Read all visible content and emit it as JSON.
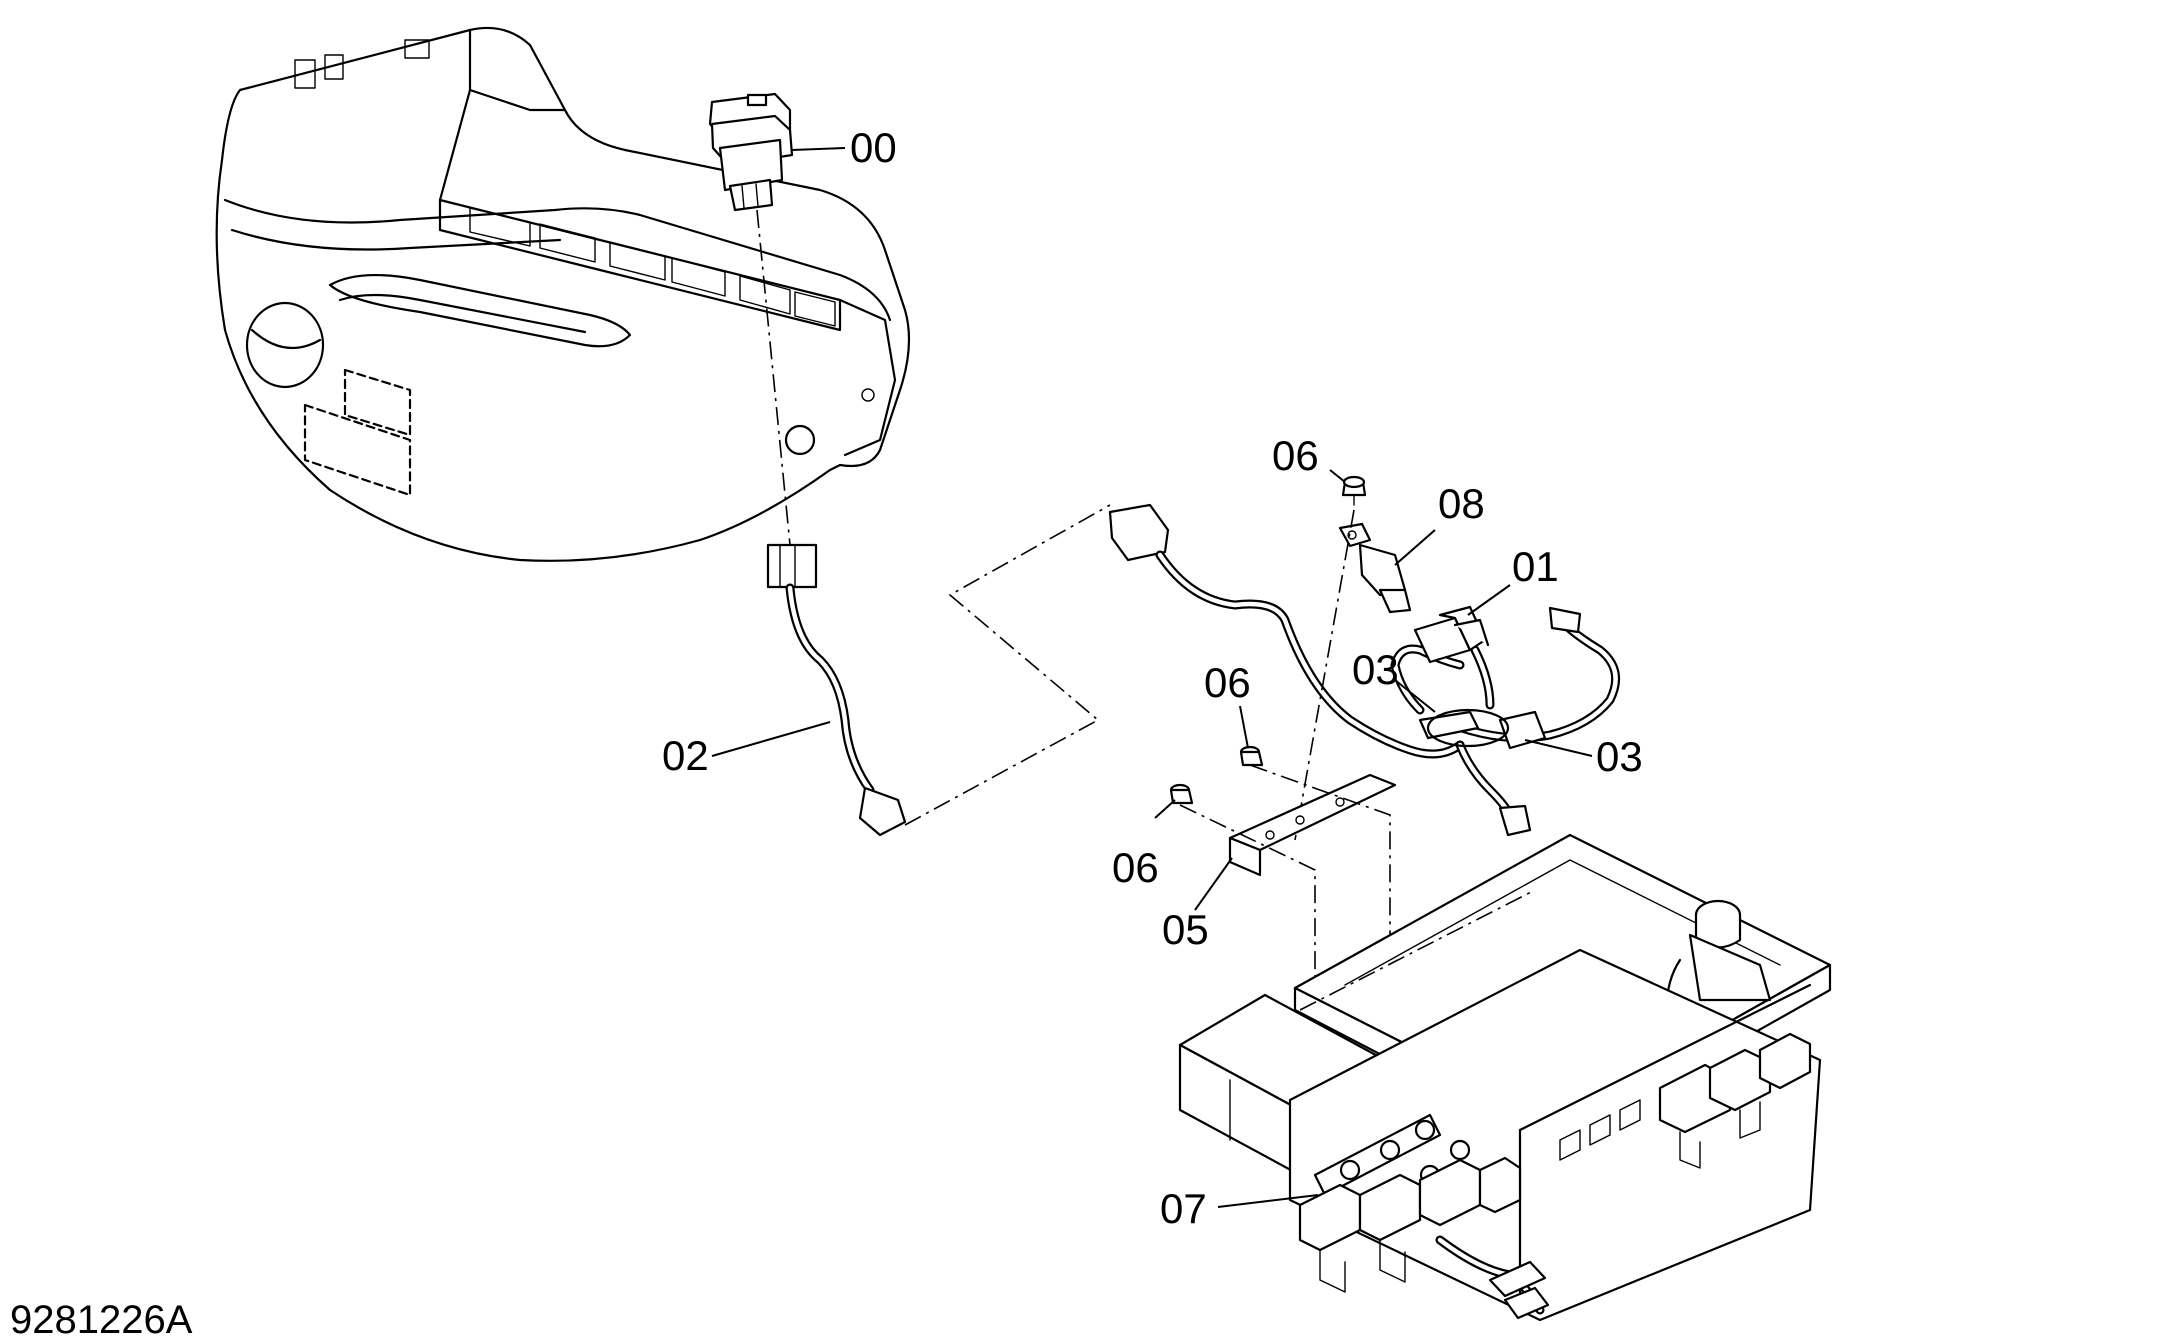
{
  "drawing_number": "9281226A",
  "callouts": {
    "c00": "00",
    "c01": "01",
    "c02": "02",
    "c03a": "03",
    "c03b": "03",
    "c05": "05",
    "c06a": "06",
    "c06b": "06",
    "c06c": "06",
    "c07": "07",
    "c08": "08"
  }
}
